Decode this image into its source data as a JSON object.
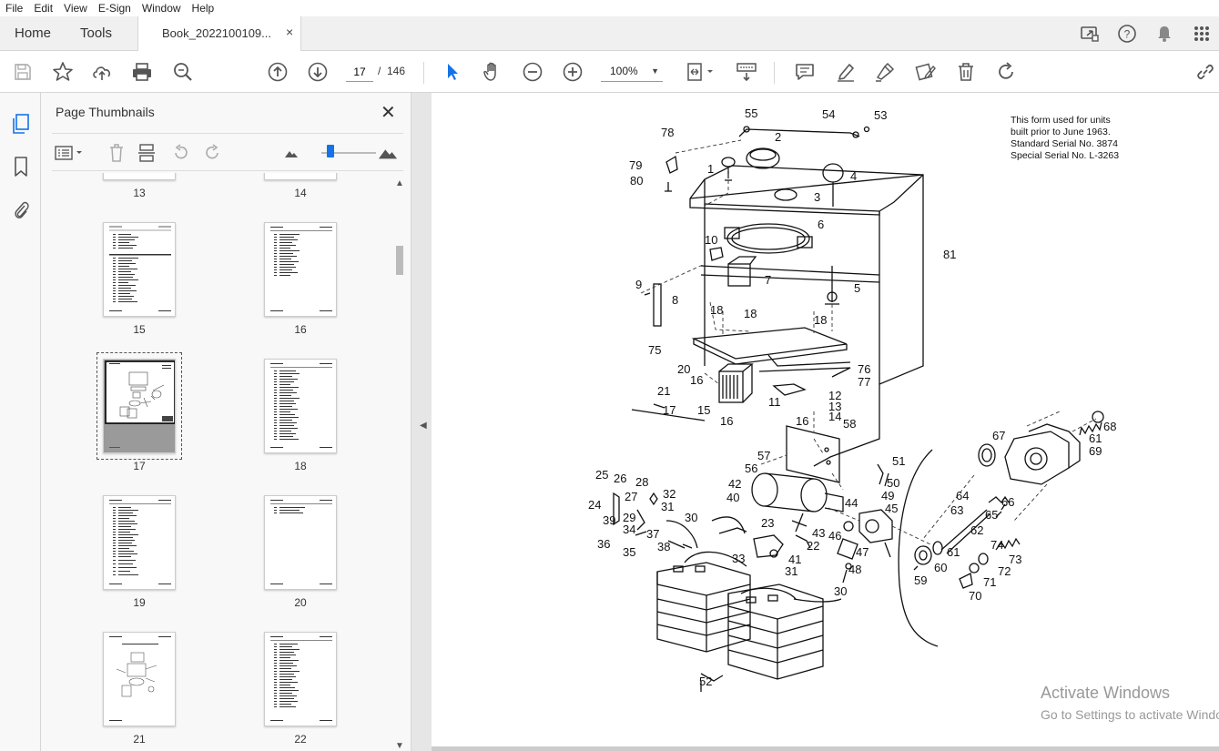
{
  "menu": [
    "File",
    "Edit",
    "View",
    "E-Sign",
    "Window",
    "Help"
  ],
  "tabs": {
    "home": "Home",
    "tools": "Tools",
    "document": "Book_2022100109...",
    "close": "×"
  },
  "toolbar": {
    "current_page": "17",
    "page_separator": "/",
    "total_pages": "146",
    "zoom": "100%"
  },
  "panel": {
    "title": "Page Thumbnails",
    "close": "✕"
  },
  "thumbnails": [
    {
      "label": "13"
    },
    {
      "label": "14"
    },
    {
      "label": "15"
    },
    {
      "label": "16"
    },
    {
      "label": "17"
    },
    {
      "label": "18"
    },
    {
      "label": "19"
    },
    {
      "label": "20"
    },
    {
      "label": "21"
    },
    {
      "label": "22"
    }
  ],
  "document": {
    "note_lines": [
      "This form used for units",
      "built prior to June 1963.",
      "Standard Serial No. 3874",
      "Special Serial No. L-3263"
    ],
    "callouts": [
      "55",
      "54",
      "53",
      "78",
      "2",
      "79",
      "1",
      "4",
      "80",
      "3",
      "6",
      "10",
      "81",
      "7",
      "9",
      "5",
      "8",
      "18",
      "18",
      "18",
      "75",
      "20",
      "76",
      "16",
      "77",
      "21",
      "11",
      "12",
      "17",
      "15",
      "16",
      "13",
      "14",
      "16",
      "58",
      "67",
      "68",
      "61",
      "69",
      "57",
      "51",
      "56",
      "50",
      "25",
      "26",
      "28",
      "32",
      "42",
      "49",
      "24",
      "27",
      "31",
      "40",
      "44",
      "45",
      "64",
      "66",
      "63",
      "65",
      "30",
      "23",
      "43",
      "39",
      "29",
      "34",
      "37",
      "46",
      "62",
      "36",
      "35",
      "38",
      "22",
      "47",
      "74",
      "41",
      "33",
      "31",
      "48",
      "61",
      "73",
      "60",
      "59",
      "72",
      "71",
      "70",
      "30",
      "52"
    ]
  },
  "watermark": {
    "line1": "Activate Windows",
    "line2": "Go to Settings to activate Windows."
  }
}
